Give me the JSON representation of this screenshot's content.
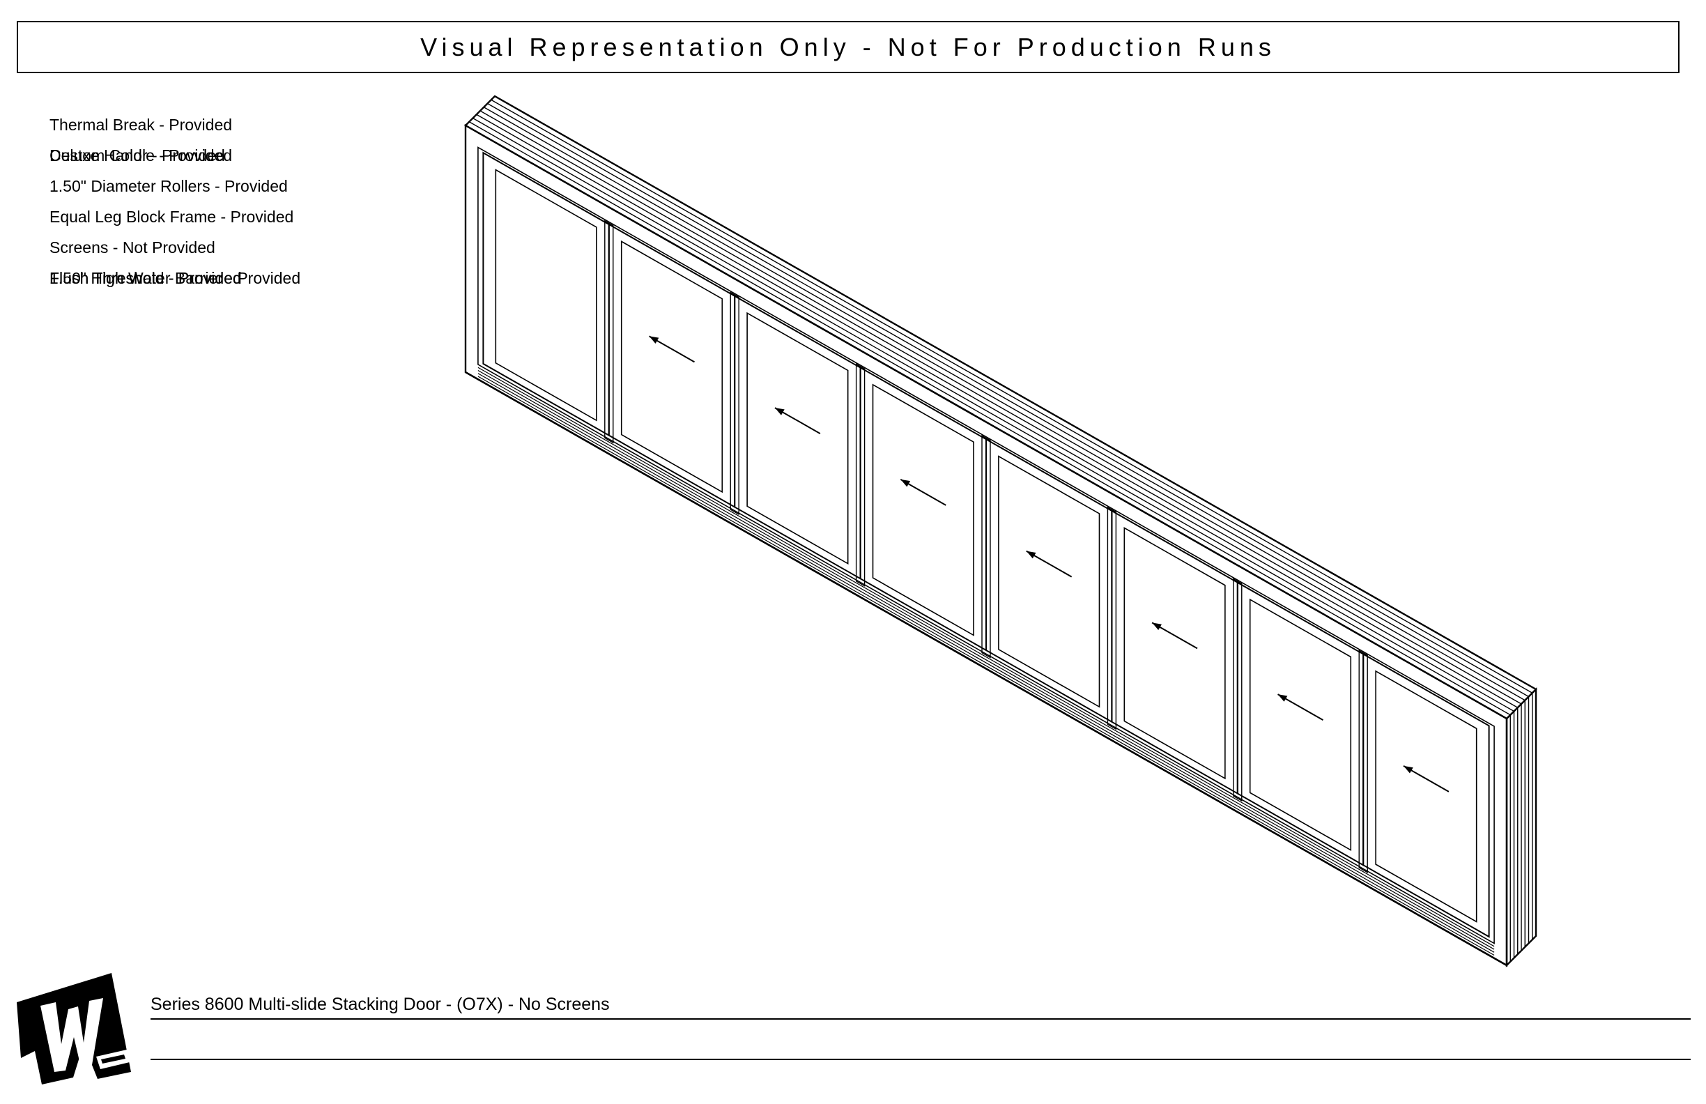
{
  "banner": {
    "text": "Visual Representation Only - Not For Production Runs"
  },
  "features": [
    {
      "texts": [
        "Thermal Break - Provided"
      ]
    },
    {
      "texts": [
        "Custom Color - Provided",
        "Deluxe Handle - Provided"
      ]
    },
    {
      "texts": [
        "1.50\" Diameter Rollers - Provided"
      ]
    },
    {
      "texts": [
        "Equal Leg Block Frame - Provided"
      ]
    },
    {
      "texts": [
        "Screens - Not Provided"
      ]
    },
    {
      "texts": [
        "1.50\" High Water Barrier - Provided",
        "Flush Threshold - Provided",
        "Flush Threshold - Provided"
      ]
    }
  ],
  "drawing": {
    "panels": 8,
    "arrow_panels": [
      2,
      3,
      4,
      5,
      6,
      7,
      8
    ],
    "arrow_direction": "left"
  },
  "title_block": {
    "title": "Series 8600 Multi-slide Stacking Door - (O7X) - No Screens"
  },
  "colors": {
    "line": "#000000",
    "background": "#ffffff"
  }
}
